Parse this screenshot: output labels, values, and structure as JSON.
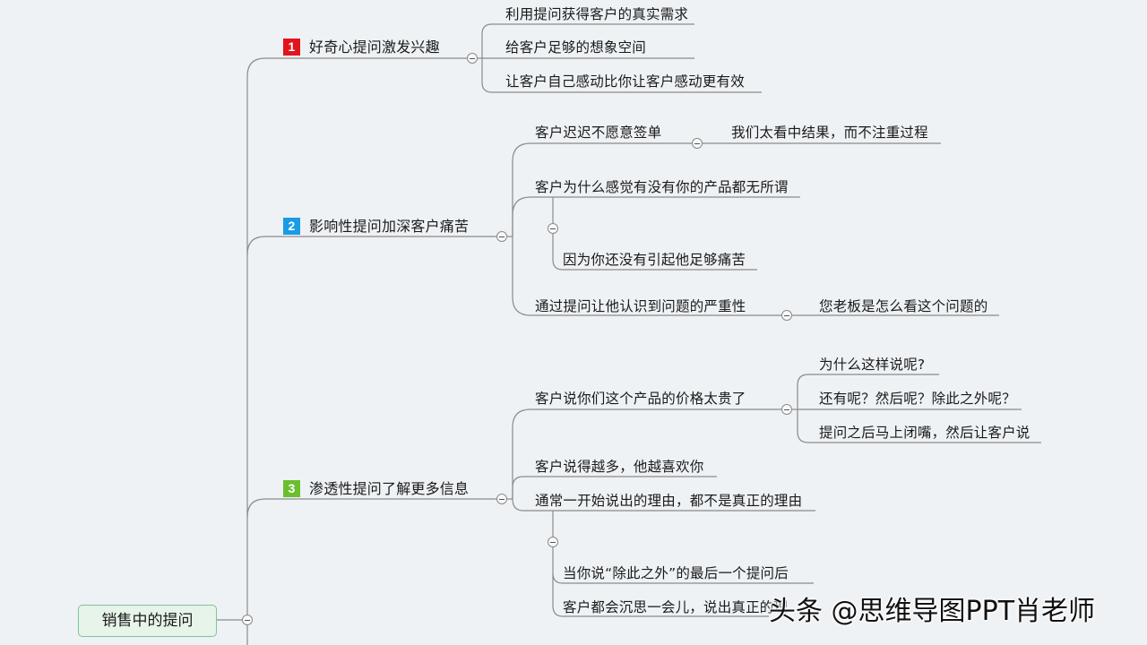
{
  "root": {
    "label": "销售中的提问"
  },
  "colors": {
    "badge1": "#e0161c",
    "badge2": "#1a9be6",
    "badge3": "#6bbf2e",
    "line": "#8a8a8a",
    "root_border": "#7fc39a"
  },
  "branches": [
    {
      "badge": "1",
      "label": "好奇心提问激发兴趣",
      "children": [
        "利用提问获得客户的真实需求",
        "给客户足够的想象空间",
        "让客户自己感动比你让客户感动更有效"
      ]
    },
    {
      "badge": "2",
      "label": "影响性提问加深客户痛苦",
      "children": [
        {
          "label": "客户迟迟不愿意签单",
          "children": [
            "我们太看中结果，而不注重过程"
          ]
        },
        {
          "label": "客户为什么感觉有没有你的产品都无所谓",
          "children": [
            "因为你还没有引起他足够痛苦"
          ]
        },
        {
          "label": "通过提问让他认识到问题的严重性",
          "children": [
            "您老板是怎么看这个问题的"
          ]
        }
      ]
    },
    {
      "badge": "3",
      "label": "渗透性提问了解更多信息",
      "children": [
        {
          "label": "客户说你们这个产品的价格太贵了",
          "children": [
            "为什么这样说呢?",
            "还有呢？然后呢？除此之外呢？",
            "提问之后马上闭嘴，然后让客户说"
          ]
        },
        {
          "label": "客户说得越多，他越喜欢你",
          "children": []
        },
        {
          "label": "通常一开始说出的理由，都不是真正的理由",
          "children": [
            "当你说“除此之外”的最后一个提问后",
            "客户都会沉思一会儿，说出真正的理"
          ]
        }
      ]
    }
  ],
  "watermark": "头条 @思维导图PPT肖老师"
}
